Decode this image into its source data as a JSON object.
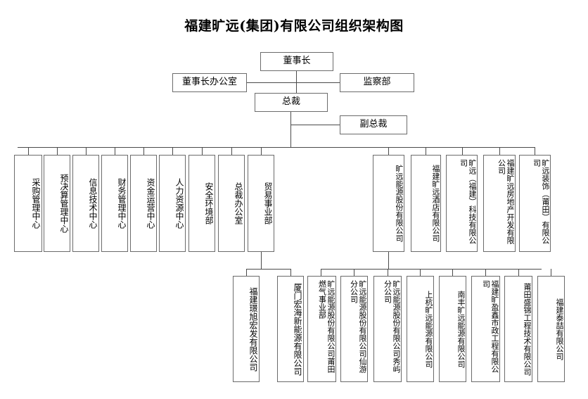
{
  "title": "福建旷远(集团)有限公司组织架构图",
  "colors": {
    "border": "#6b6b6b",
    "line": "#4a4a4a",
    "background": "#ffffff",
    "text": "#000000"
  },
  "executive": {
    "chairman": "董事长",
    "chairman_office": "董事长办公室",
    "supervision_dept": "监察部",
    "president": "总裁",
    "vice_president": "副总裁"
  },
  "departments": [
    {
      "label": "采购管理中心"
    },
    {
      "label": "预决算管理中心"
    },
    {
      "label": "信息技术中心"
    },
    {
      "label": "财务管理中心"
    },
    {
      "label": "资金运营中心"
    },
    {
      "label": "人力资源中心"
    },
    {
      "label": "安全环境部"
    },
    {
      "label": "总裁办公室"
    },
    {
      "label": "贸易事业部"
    }
  ],
  "subsidiaries": [
    {
      "label": "旷远能源股份有限公司"
    },
    {
      "label": "福建旷远酒店有限公司"
    },
    {
      "label": "旷远（福建）科技有限公司"
    },
    {
      "label": "福建旷远房地产开发有限公司"
    },
    {
      "label": "旷远装饰（莆田）有限公司"
    }
  ],
  "trade_children": [
    {
      "label": "福建璟旭宏发有限公司"
    },
    {
      "label": "厦门宏海新能源有限公司"
    }
  ],
  "energy_children": [
    {
      "label": "旷远能源股份有限公司莆田燃气事业部"
    },
    {
      "label": "旷远能源股份有限公司仙游分公司"
    },
    {
      "label": "旷远能源股份有限公司秀屿分公司"
    },
    {
      "label": "上杭旷远能源有限公司"
    },
    {
      "label": "南丰旷远能源有限公司"
    },
    {
      "label": "福建旷盈鑫市政工程有限公司"
    },
    {
      "label": "莆田盛锦工程技术有限公司"
    },
    {
      "label": "福建泰喆有限公司"
    }
  ]
}
